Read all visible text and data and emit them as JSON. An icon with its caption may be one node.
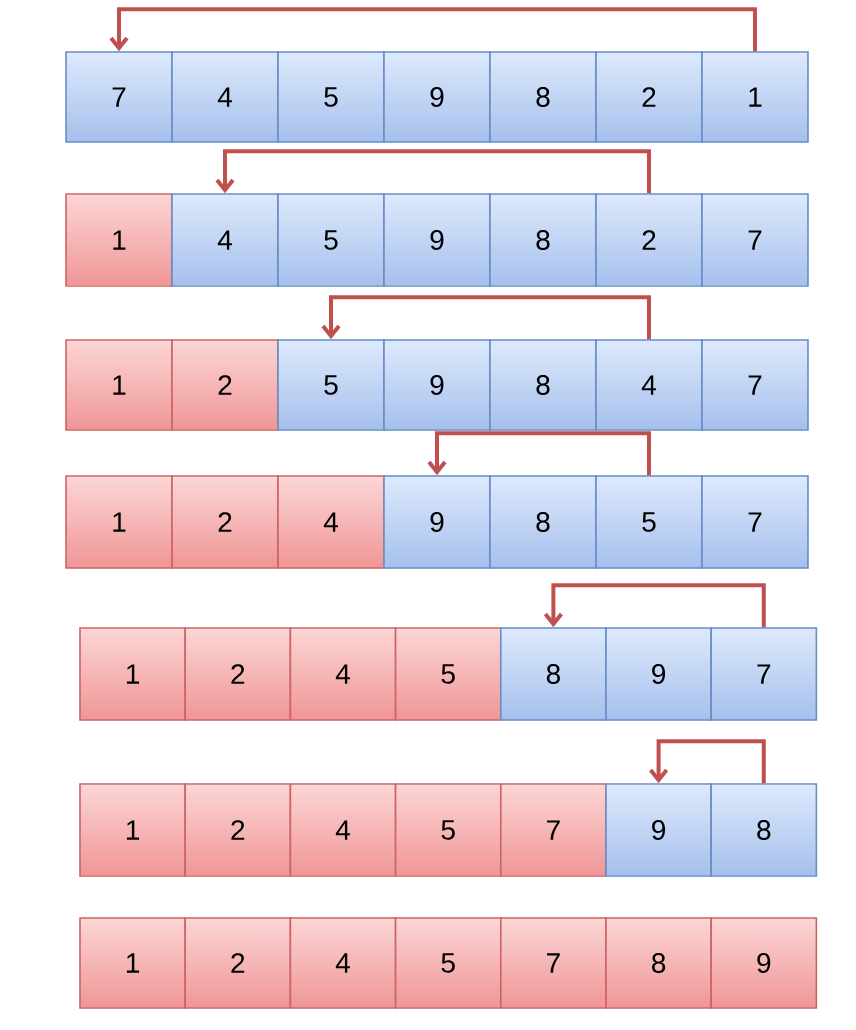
{
  "diagram": {
    "nodes": [
      {
        "text": [
          "7"
        ]
      },
      {
        "text": [
          "4"
        ]
      },
      {
        "text": [
          "5"
        ]
      },
      {
        "text": [
          "9"
        ]
      },
      {
        "text": [
          "8"
        ]
      },
      {
        "text": [
          "2"
        ]
      },
      {
        "text": [
          "1"
        ]
      },
      {
        "text": [
          "1"
        ]
      },
      {
        "text": [
          "4"
        ]
      },
      {
        "text": [
          "5"
        ]
      },
      {
        "text": [
          "9"
        ]
      },
      {
        "text": [
          "8"
        ]
      },
      {
        "text": [
          "2"
        ]
      },
      {
        "text": [
          "7"
        ]
      },
      {
        "text": [
          "1"
        ]
      },
      {
        "text": [
          "2"
        ]
      },
      {
        "text": [
          "5"
        ]
      },
      {
        "text": [
          "9"
        ]
      },
      {
        "text": [
          "8"
        ]
      },
      {
        "text": [
          "4"
        ]
      },
      {
        "text": [
          "7"
        ]
      },
      {
        "text": [
          "1"
        ]
      },
      {
        "text": [
          "2"
        ]
      },
      {
        "text": [
          "4"
        ]
      },
      {
        "text": [
          "9"
        ]
      },
      {
        "text": [
          "8"
        ]
      },
      {
        "text": [
          "5"
        ]
      },
      {
        "text": [
          "7"
        ]
      },
      {
        "text": [
          "1"
        ]
      },
      {
        "text": [
          "2"
        ]
      },
      {
        "text": [
          "4"
        ]
      },
      {
        "text": [
          "5"
        ]
      },
      {
        "text": [
          "8"
        ]
      },
      {
        "text": [
          "9"
        ]
      },
      {
        "text": [
          "7"
        ]
      },
      {
        "text": [
          "1"
        ]
      },
      {
        "text": [
          "2"
        ]
      },
      {
        "text": [
          "4"
        ]
      },
      {
        "text": [
          "5"
        ]
      },
      {
        "text": [
          "7"
        ]
      },
      {
        "text": [
          "9"
        ]
      },
      {
        "text": [
          "8"
        ]
      },
      {
        "text": [
          "1"
        ]
      },
      {
        "text": [
          "2"
        ]
      },
      {
        "text": [
          "4"
        ]
      },
      {
        "text": [
          "5"
        ]
      },
      {
        "text": [
          "7"
        ]
      },
      {
        "text": [
          "8"
        ]
      },
      {
        "text": [
          "9"
        ]
      }
    ],
    "edges": [
      {
        "from": 6,
        "to": 0,
        "arrow": "to"
      },
      {
        "from": 12,
        "to": 8,
        "arrow": "to"
      },
      {
        "from": 19,
        "to": 16,
        "arrow": "to"
      },
      {
        "from": 26,
        "to": 24,
        "arrow": "to"
      },
      {
        "from": 34,
        "to": 32,
        "arrow": "to"
      },
      {
        "from": 41,
        "to": 40,
        "arrow": "to"
      }
    ]
  }
}
